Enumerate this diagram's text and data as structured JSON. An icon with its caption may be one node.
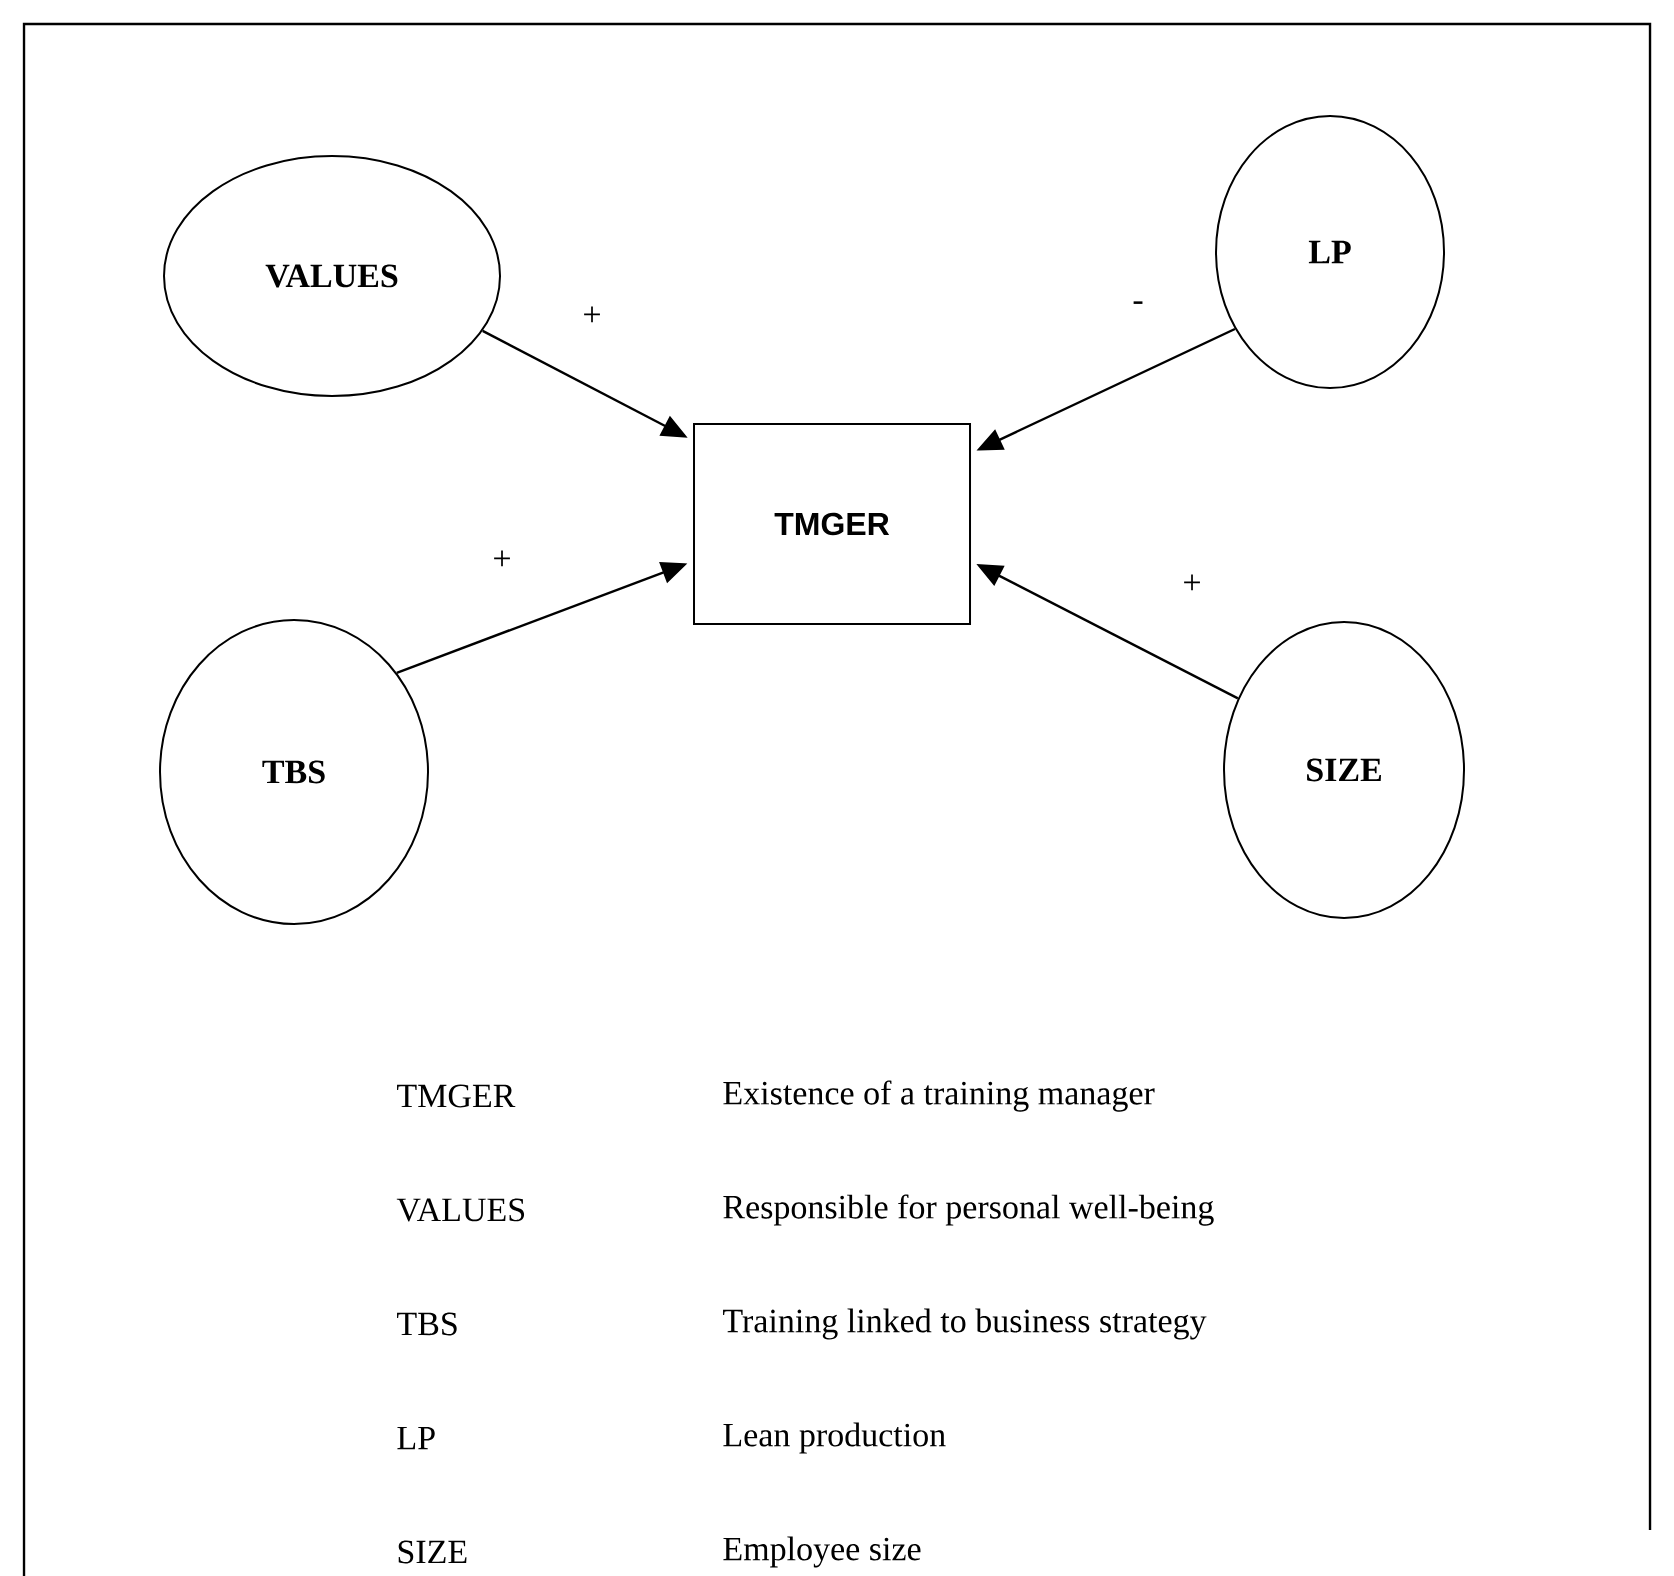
{
  "diagram": {
    "nodes": [
      {
        "text": [
          "VALUES"
        ]
      },
      {
        "text": [
          "LP"
        ]
      },
      {
        "text": [
          "TMGER"
        ]
      },
      {
        "text": [
          "TBS"
        ]
      },
      {
        "text": [
          "SIZE"
        ]
      }
    ],
    "edges": [
      {
        "from": 0,
        "to": 2,
        "arrow": "to",
        "label": "+"
      },
      {
        "from": 3,
        "to": 2,
        "arrow": "to",
        "label": "+"
      },
      {
        "from": 1,
        "to": 2,
        "arrow": "to",
        "label": "-"
      },
      {
        "from": 4,
        "to": 2,
        "arrow": "to",
        "label": "+"
      }
    ],
    "labels": [
      "TMGER",
      "Existence of a training manager",
      "VALUES",
      "Responsible for personal well-being",
      "TBS",
      "Training linked to business strategy",
      "LP",
      "Lean production",
      "SIZE",
      "Employee size"
    ]
  }
}
